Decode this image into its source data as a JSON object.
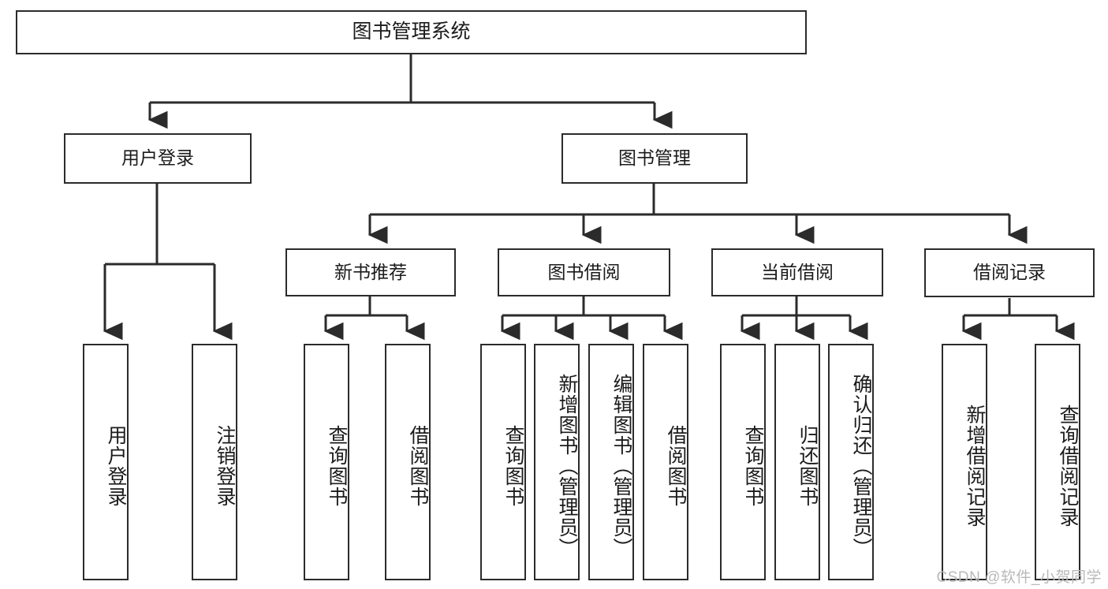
{
  "diagram": {
    "title": "图书管理系统",
    "type": "tree-hierarchy",
    "colors": {
      "box_border": "#2b2b2b",
      "box_fill": "#ffffff",
      "connector": "#2b2b2b",
      "text": "#1b1b1b",
      "watermark": "#b9b9b9",
      "background": "#ffffff"
    },
    "root": {
      "label": "图书管理系统"
    },
    "level1": [
      {
        "label": "用户登录"
      },
      {
        "label": "图书管理"
      }
    ],
    "level2": [
      {
        "label": "新书推荐"
      },
      {
        "label": "图书借阅"
      },
      {
        "label": "当前借阅"
      },
      {
        "label": "借阅记录"
      }
    ],
    "leaves": {
      "user_login": [
        {
          "label": "用户登录"
        },
        {
          "label": "注销登录"
        }
      ],
      "new_book_recommend": [
        {
          "label": "查询图书"
        },
        {
          "label": "借阅图书"
        }
      ],
      "book_borrow": [
        {
          "label": "查询图书"
        },
        {
          "label": "新增图书（管理员）"
        },
        {
          "label": "编辑图书（管理员）"
        },
        {
          "label": "借阅图书"
        }
      ],
      "current_borrow": [
        {
          "label": "查询图书"
        },
        {
          "label": "归还图书"
        },
        {
          "label": "确认归还（管理员）"
        }
      ],
      "borrow_record": [
        {
          "label": "新增借阅记录"
        },
        {
          "label": "查询借阅记录"
        }
      ]
    }
  },
  "watermark": {
    "text": "CSDN @软件_小贺同学"
  }
}
